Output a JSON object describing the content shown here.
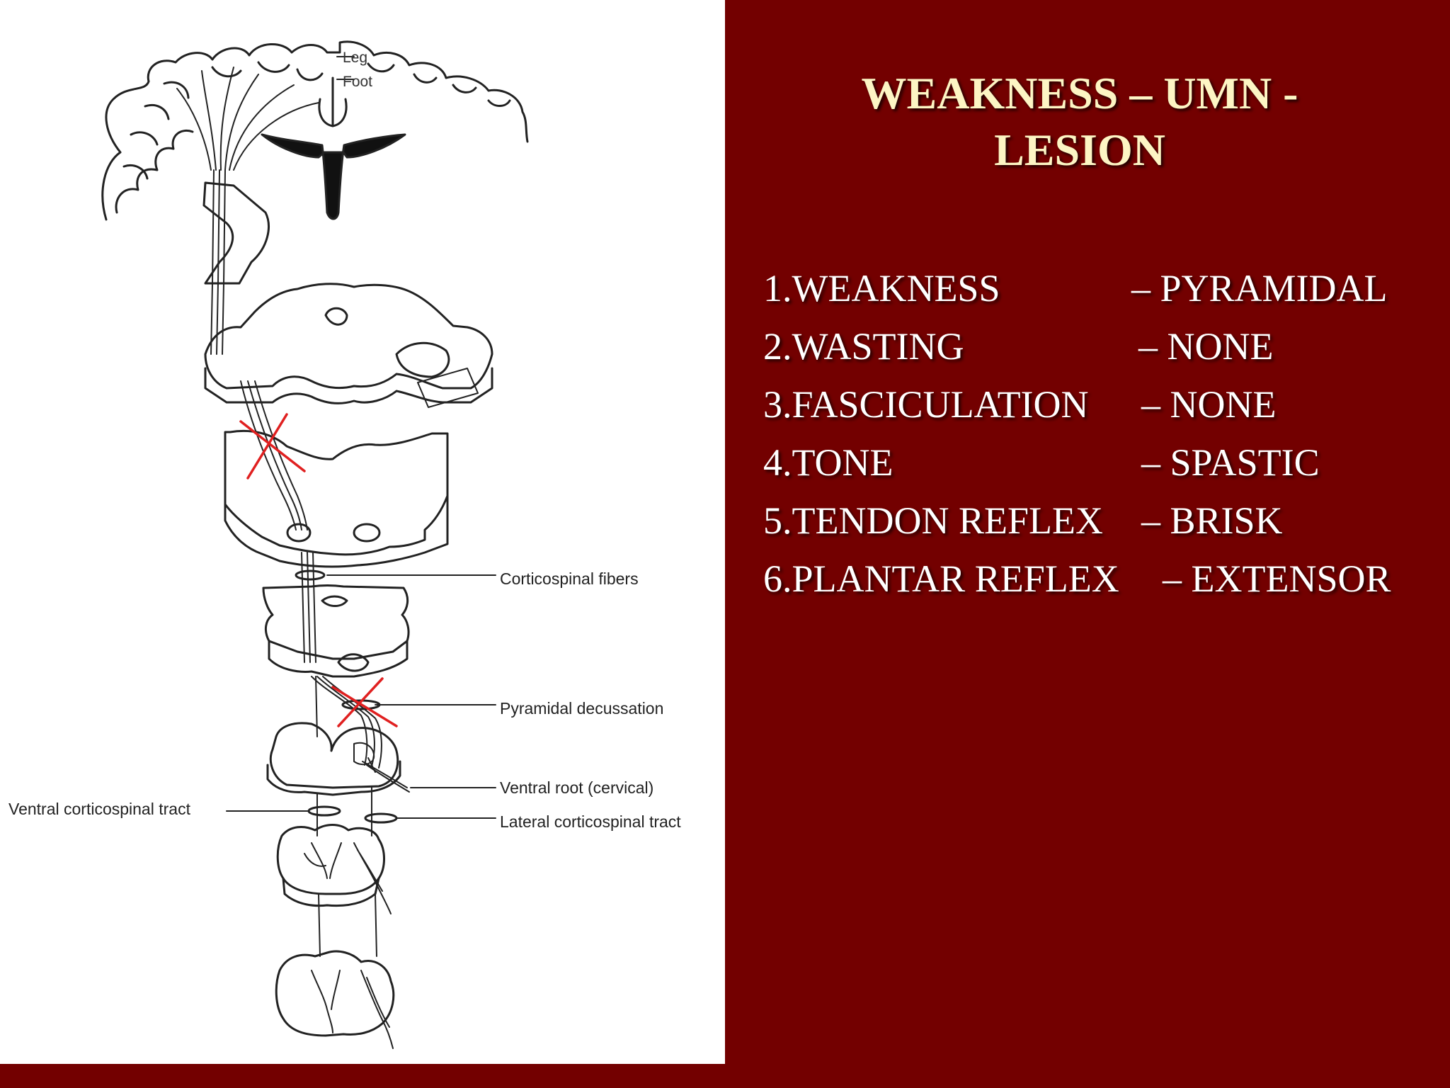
{
  "slide": {
    "title_line1": "WEAKNESS – UMN -",
    "title_line2": "LESION",
    "features": [
      {
        "name": "1.WEAKNESS",
        "value": "–  PYRAMIDAL"
      },
      {
        "name": "2.WASTING",
        "value": "–  NONE"
      },
      {
        "name": "3.FASCICULATION",
        "value": "–  NONE"
      },
      {
        "name": "4.TONE",
        "value": "–  SPASTIC"
      },
      {
        "name": "5.TENDON REFLEX",
        "value": "–  BRISK"
      },
      {
        "name": "6.PLANTAR REFLEX",
        "value": "– EXTENSOR"
      }
    ]
  },
  "diagram": {
    "labels": {
      "leg": "Leg",
      "foot": "Foot",
      "corticospinal_fibers": "Corticospinal fibers",
      "pyramidal_decussation": "Pyramidal decussation",
      "ventral_root": "Ventral root (cervical)",
      "ventral_tract": "Ventral corticospinal tract",
      "lateral_tract": "Lateral corticospinal tract"
    },
    "lesion_marker_color": "#e02020"
  },
  "colors": {
    "background": "#730000",
    "title": "#fdf5c4",
    "body_text": "#ffffff",
    "panel": "#ffffff"
  }
}
